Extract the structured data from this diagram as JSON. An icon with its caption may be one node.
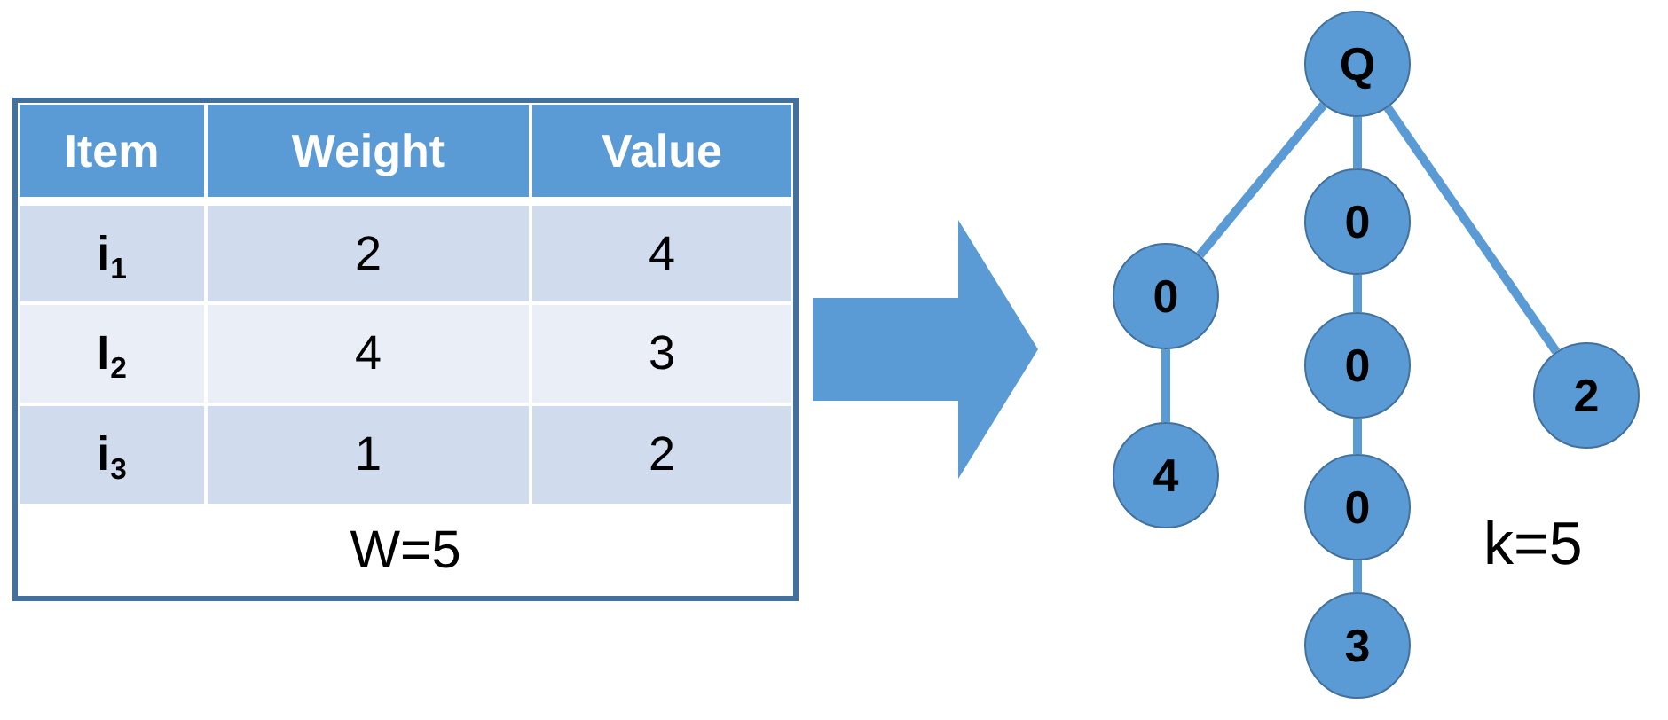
{
  "diagram": {
    "nodes": [
      {
        "text": [
          "Item",
          "Weight",
          "Value",
          "i$_{1}$",
          "2",
          "4",
          "I$_{2}$",
          "4",
          "3",
          "i$_{3}$",
          "1",
          "2",
          "W=5"
        ]
      },
      {
        "text": [
          "Q"
        ]
      },
      {
        "text": [
          "0"
        ]
      },
      {
        "text": [
          "4"
        ]
      },
      {
        "text": [
          "0"
        ]
      },
      {
        "text": [
          "0"
        ]
      },
      {
        "text": [
          "0"
        ]
      },
      {
        "text": [
          "3"
        ]
      },
      {
        "text": [
          "2"
        ]
      }
    ],
    "edges": [
      {
        "from": 0,
        "to": null,
        "arrow": "to",
        "style": "thick"
      },
      {
        "from": 1,
        "to": 2,
        "arrow": "none"
      },
      {
        "from": 2,
        "to": 3,
        "arrow": "none"
      },
      {
        "from": 1,
        "to": 4,
        "arrow": "none"
      },
      {
        "from": 4,
        "to": 5,
        "arrow": "none"
      },
      {
        "from": 5,
        "to": 6,
        "arrow": "none"
      },
      {
        "from": 6,
        "to": 7,
        "arrow": "none"
      },
      {
        "from": 1,
        "to": 8,
        "arrow": "none"
      }
    ],
    "labels": [
      "k=5"
    ]
  }
}
